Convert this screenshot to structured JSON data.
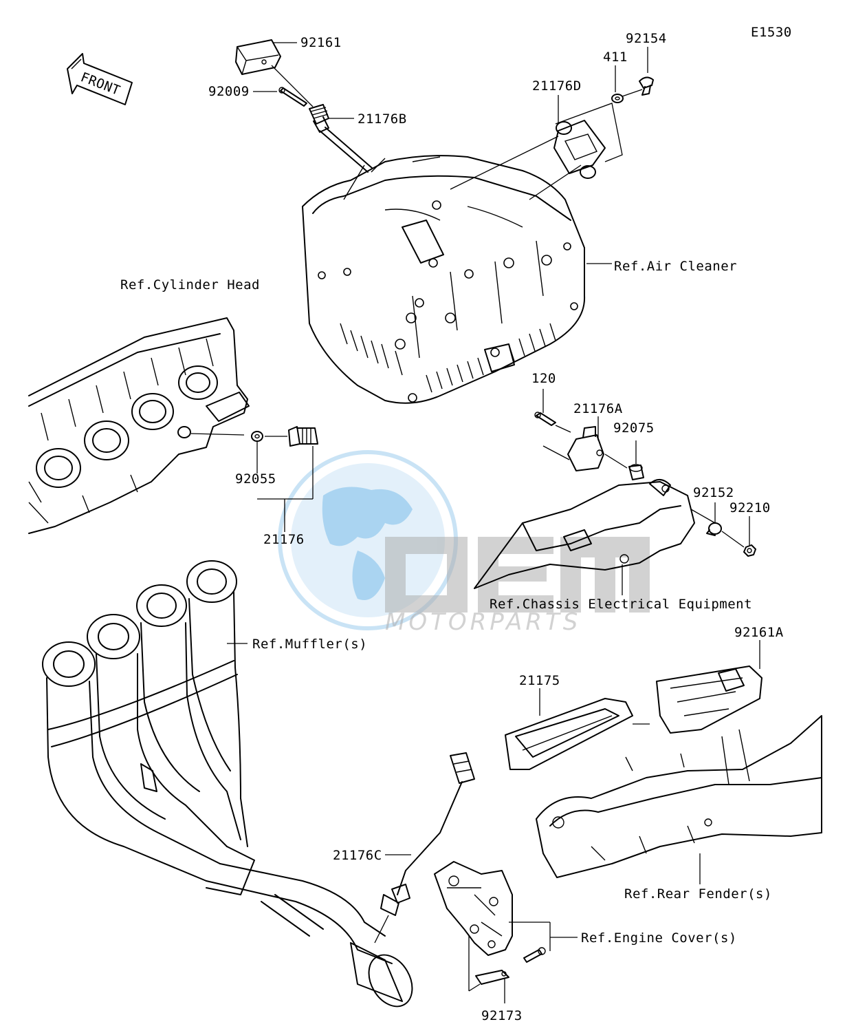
{
  "diagram_code": "E1530",
  "front_arrow": {
    "text": "FRONT"
  },
  "watermark": {
    "logo_text": "OEM",
    "sub_text": "MOTORPARTS",
    "colors": {
      "globe": "#4aa3df",
      "logo": "#9e9e9e"
    }
  },
  "part_labels": [
    {
      "id": "92161",
      "text": "92161"
    },
    {
      "id": "92009",
      "text": "92009"
    },
    {
      "id": "21176B",
      "text": "21176B"
    },
    {
      "id": "92154",
      "text": "92154"
    },
    {
      "id": "411",
      "text": "411"
    },
    {
      "id": "21176D",
      "text": "21176D"
    },
    {
      "id": "120",
      "text": "120"
    },
    {
      "id": "21176A",
      "text": "21176A"
    },
    {
      "id": "92075",
      "text": "92075"
    },
    {
      "id": "92152",
      "text": "92152"
    },
    {
      "id": "92210",
      "text": "92210"
    },
    {
      "id": "92055",
      "text": "92055"
    },
    {
      "id": "21176",
      "text": "21176"
    },
    {
      "id": "92161A",
      "text": "92161A"
    },
    {
      "id": "21175",
      "text": "21175"
    },
    {
      "id": "21176C",
      "text": "21176C"
    },
    {
      "id": "92173",
      "text": "92173"
    }
  ],
  "ref_labels": [
    {
      "id": "air-cleaner",
      "text": "Ref.Air Cleaner"
    },
    {
      "id": "cylinder-head",
      "text": "Ref.Cylinder Head"
    },
    {
      "id": "chassis-electrical",
      "text": "Ref.Chassis Electrical Equipment"
    },
    {
      "id": "mufflers",
      "text": "Ref.Muffler(s)"
    },
    {
      "id": "rear-fender",
      "text": "Ref.Rear Fender(s)"
    },
    {
      "id": "engine-cover",
      "text": "Ref.Engine Cover(s)"
    }
  ]
}
